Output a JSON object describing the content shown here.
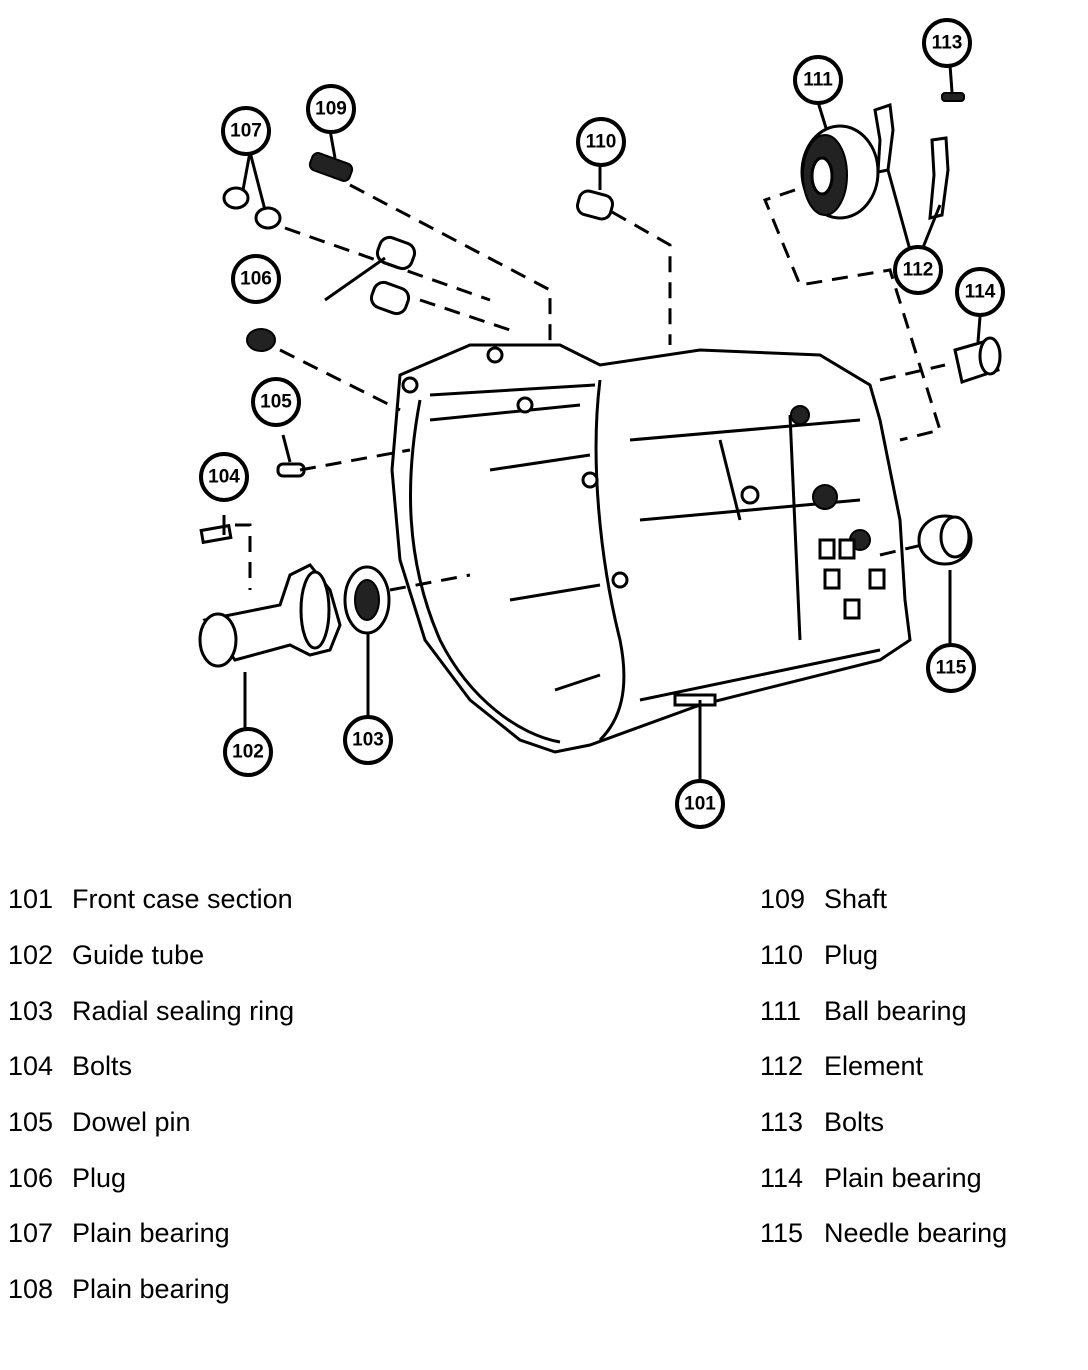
{
  "callouts": {
    "c101": "101",
    "c102": "102",
    "c103": "103",
    "c104": "104",
    "c105": "105",
    "c106": "106",
    "c107": "107",
    "c109": "109",
    "c110": "110",
    "c111": "111",
    "c112": "112",
    "c113": "113",
    "c114": "114",
    "c115": "115"
  },
  "legend": {
    "left": [
      {
        "num": "101",
        "label": "Front case section"
      },
      {
        "num": "102",
        "label": "Guide tube"
      },
      {
        "num": "103",
        "label": "Radial sealing ring"
      },
      {
        "num": "104",
        "label": "Bolts"
      },
      {
        "num": "105",
        "label": "Dowel pin"
      },
      {
        "num": "106",
        "label": "Plug"
      },
      {
        "num": "107",
        "label": "Plain bearing"
      },
      {
        "num": "108",
        "label": "Plain bearing"
      }
    ],
    "right": [
      {
        "num": "109",
        "label": "Shaft"
      },
      {
        "num": "110",
        "label": "Plug"
      },
      {
        "num": "111",
        "label": "Ball bearing"
      },
      {
        "num": "112",
        "label": "Element"
      },
      {
        "num": "113",
        "label": "Bolts"
      },
      {
        "num": "114",
        "label": "Plain bearing"
      },
      {
        "num": "115",
        "label": "Needle bearing"
      }
    ]
  }
}
